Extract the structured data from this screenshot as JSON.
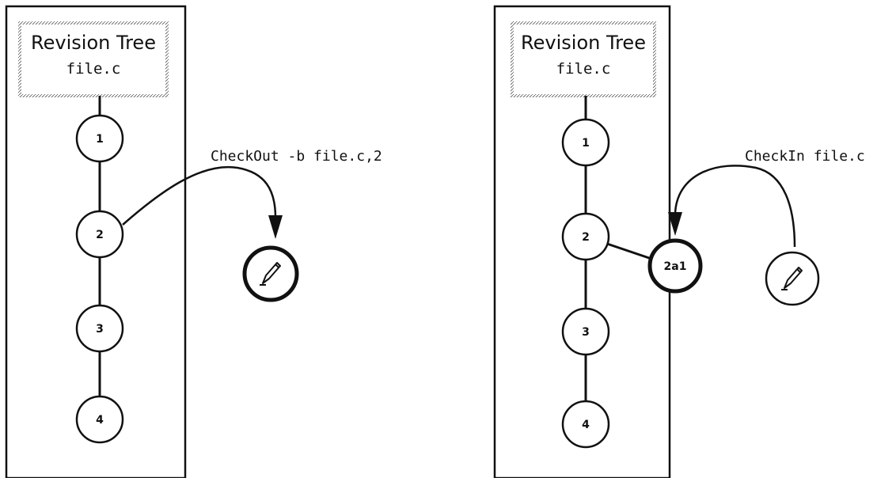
{
  "panels": [
    {
      "title": "Revision Tree",
      "file": "file.c",
      "nodes": [
        "1",
        "2",
        "3",
        "4"
      ],
      "command": "CheckOut -b file.c,2"
    },
    {
      "title": "Revision Tree",
      "file": "file.c",
      "nodes": [
        "1",
        "2",
        "3",
        "4"
      ],
      "branch_node": "2a1",
      "command": "CheckIn file.c"
    }
  ],
  "icons": {
    "workspace": "pencil-icon"
  }
}
